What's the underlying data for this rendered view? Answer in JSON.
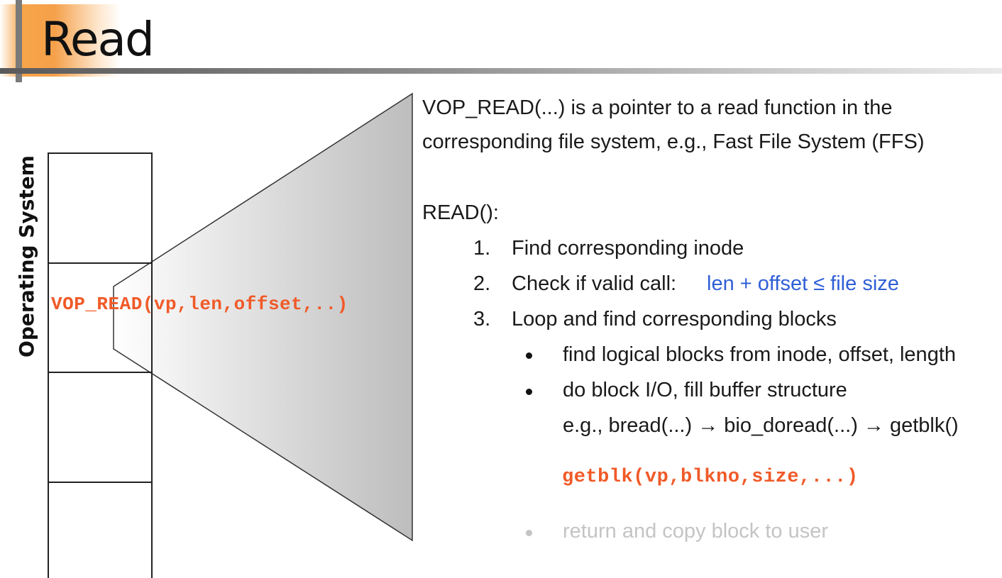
{
  "slide": {
    "title": "Read"
  },
  "diagram": {
    "os_label": "Operating System",
    "vop_call": "VOP_READ(vp,len,offset,..)"
  },
  "content": {
    "intro_line1": "VOP_READ(...) is a pointer to a read function in the",
    "intro_line2": "corresponding file system, e.g., Fast File System (FFS)",
    "read_heading": "READ():",
    "steps": [
      {
        "num": "1.",
        "text": "Find corresponding inode",
        "highlight": ""
      },
      {
        "num": "2.",
        "text": "Check if valid call:",
        "highlight": "len + offset ≤ file size"
      },
      {
        "num": "3.",
        "text": "Loop and find corresponding blocks",
        "highlight": ""
      }
    ],
    "sub_bullets": [
      "find logical blocks from inode, offset, length",
      "do block I/O, fill buffer structure"
    ],
    "example_line": "e.g., bread(...) → bio_doread(...) → getblk()",
    "code_call": "getblk(vp,blkno,size,...)",
    "dimmed_bullet": "return and copy block to user"
  },
  "colors": {
    "accent_orange": "#f5a04a",
    "code_red": "#f05a28",
    "highlight_blue": "#2f5fd6",
    "dimmed_grey": "#c4c4c4"
  }
}
